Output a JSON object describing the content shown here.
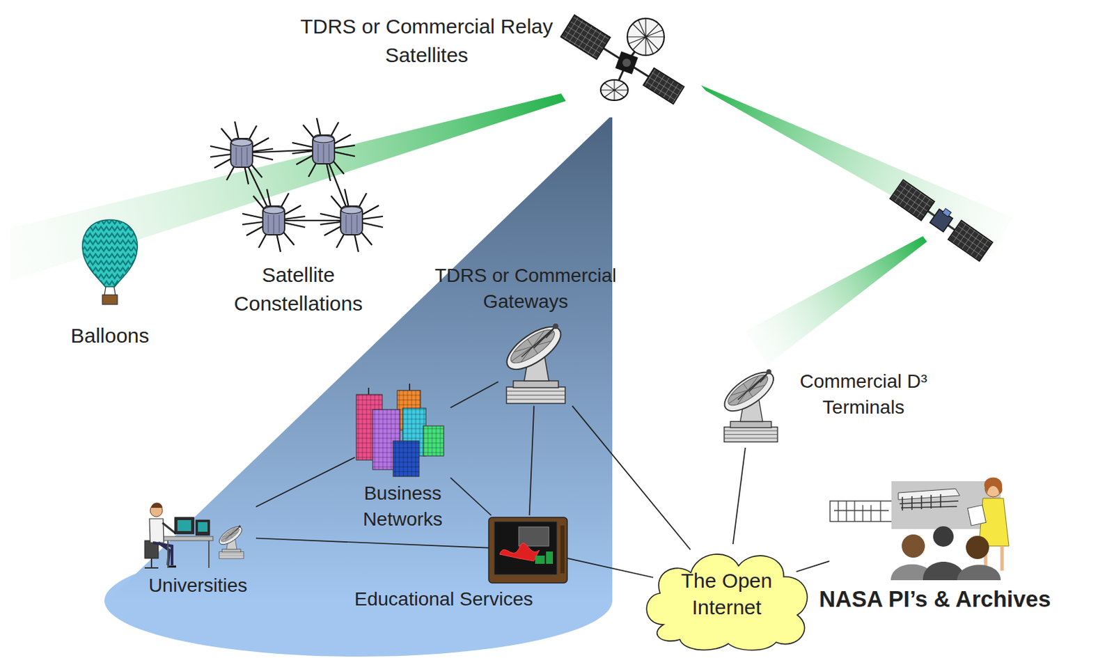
{
  "diagram": {
    "nodes": [
      {
        "text": [
          "TDRS or Commercial Gateways"
        ]
      },
      {
        "text": [
          "Commercial D³ Terminals"
        ]
      },
      {
        "text": [
          "Business Networks"
        ]
      },
      {
        "text": [
          "Universities"
        ]
      },
      {
        "text": [
          "Educational Services"
        ]
      },
      {
        "text": [
          "The Open Internet"
        ]
      },
      {
        "text": [
          "NASA PI’s & Archives"
        ]
      }
    ],
    "edges": [
      {
        "from": 3,
        "to": 2,
        "arrow": "none"
      },
      {
        "from": 3,
        "to": 4,
        "arrow": "none"
      },
      {
        "from": 2,
        "to": 0,
        "arrow": "none"
      },
      {
        "from": 2,
        "to": 4,
        "arrow": "none"
      },
      {
        "from": 0,
        "to": 4,
        "arrow": "none"
      },
      {
        "from": 0,
        "to": 5,
        "arrow": "none"
      },
      {
        "from": 4,
        "to": 5,
        "arrow": "none"
      },
      {
        "from": 1,
        "to": 5,
        "arrow": "none"
      },
      {
        "from": 5,
        "to": 6,
        "arrow": "none"
      }
    ],
    "labels": [
      "TDRS or Commercial Relay Satellites",
      "Satellite Constellations",
      "Balloons"
    ]
  }
}
